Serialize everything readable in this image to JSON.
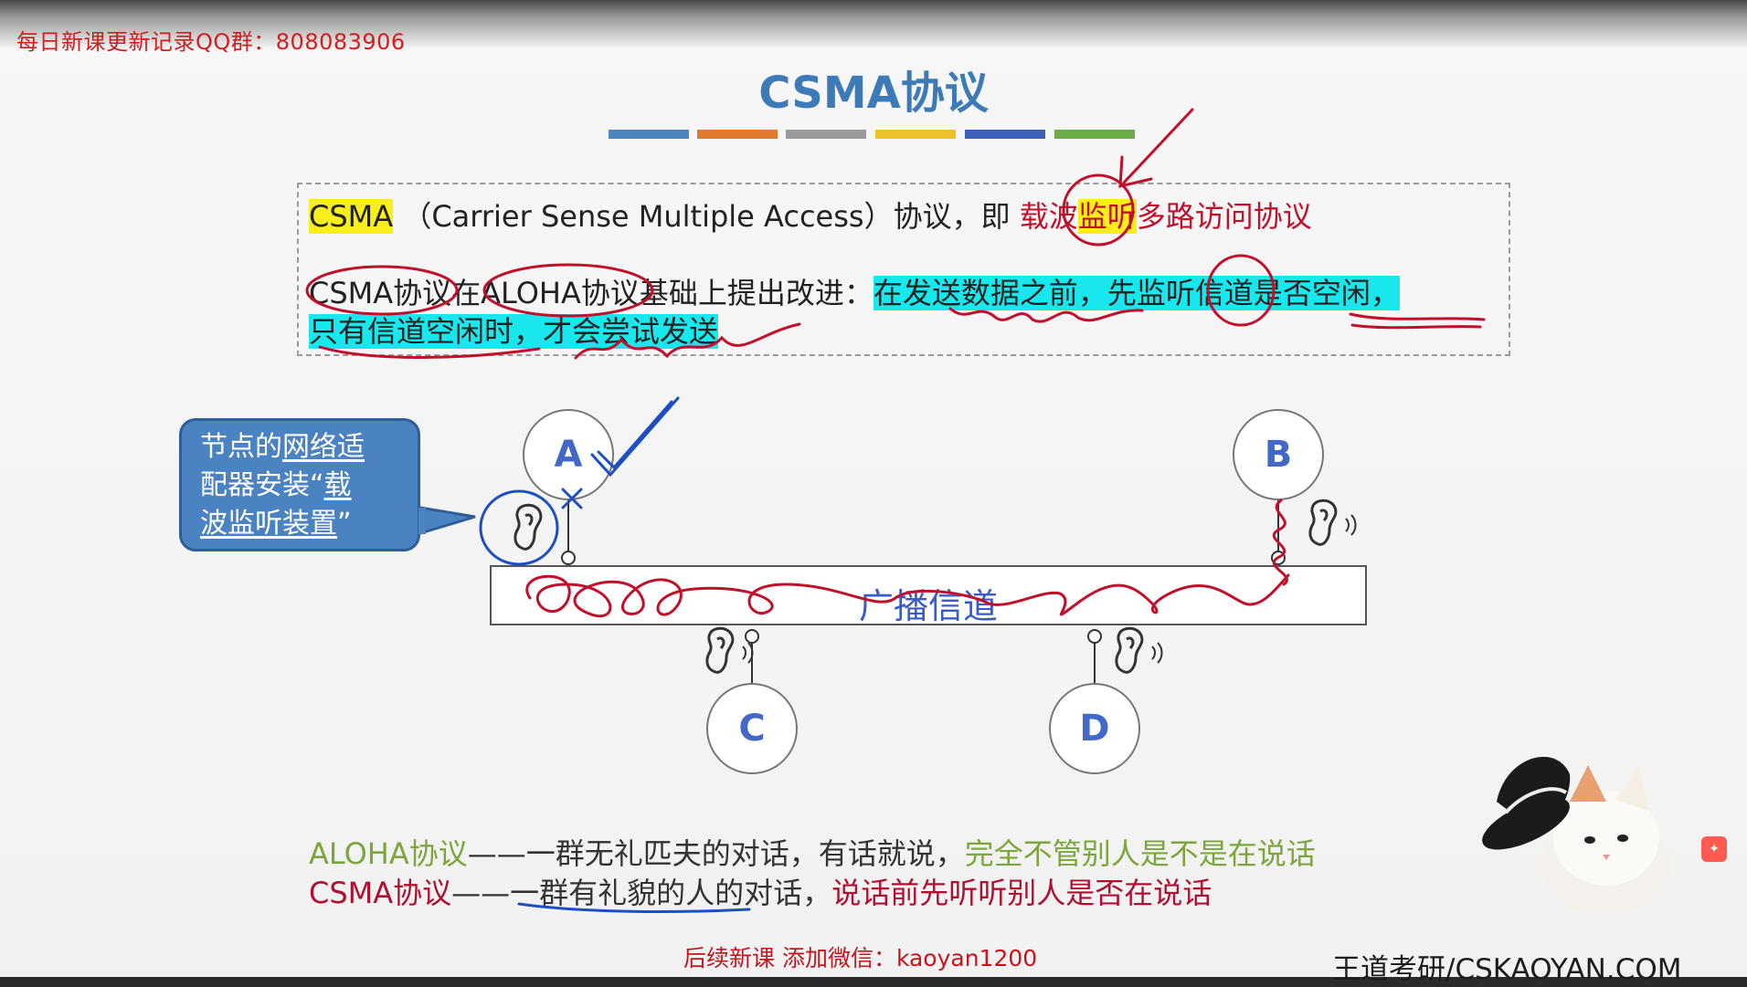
{
  "banner": {
    "qq_text": "每日新课更新记录QQ群：808083906"
  },
  "slide": {
    "title": "CSMA协议",
    "colors": {
      "bar1": "#4d86bf",
      "bar2": "#e07a2e",
      "bar3": "#9a9a9a",
      "bar4": "#ecc12a",
      "bar5": "#3c62b7",
      "bar6": "#6aac45",
      "highlight_yellow": "#f7ee1c",
      "highlight_cyan": "#19e7ee",
      "annotation_red": "#c0102a",
      "annotation_blue": "#1e4fc2"
    },
    "definition": {
      "csma": "CSMA",
      "full_name": "（Carrier Sense Multiple Access）协议，即",
      "cn_name_pre": "载波",
      "cn_name_hl": "监听",
      "cn_name_post": "多路访问协议",
      "improve_prefix": "CSMA协议在ALOHA协议基础上提出改进：",
      "improve_hl_1": "在发送数据之前，先监听信道是否空闲，",
      "improve_hl_2": "只有信道空闲时，才会尝试发送"
    },
    "callout": {
      "part1": "节点的",
      "part2": "网络适",
      "part3": "配器安装“",
      "part4": "载",
      "part5": "波监听装置",
      "part6": "”"
    },
    "diagram": {
      "channel_label": "广播信道",
      "nodes": {
        "a": "A",
        "b": "B",
        "c": "C",
        "d": "D"
      },
      "icons": [
        "ear-icon"
      ]
    },
    "comparison": {
      "aloha_name": "ALOHA协议",
      "aloha_dash": "——一群无礼匹夫的对话，有话就说，",
      "aloha_tail": "完全不管别人是不是在说话",
      "csma_name": "CSMA协议",
      "csma_dash": "——一群有礼貌的人的对话，",
      "csma_tail": "说话前先听听别人是否在说话"
    },
    "footer": {
      "wechat": "后续新课 添加微信：kaoyan1200",
      "site": "王道考研/CSKAOYAN.COM"
    }
  }
}
